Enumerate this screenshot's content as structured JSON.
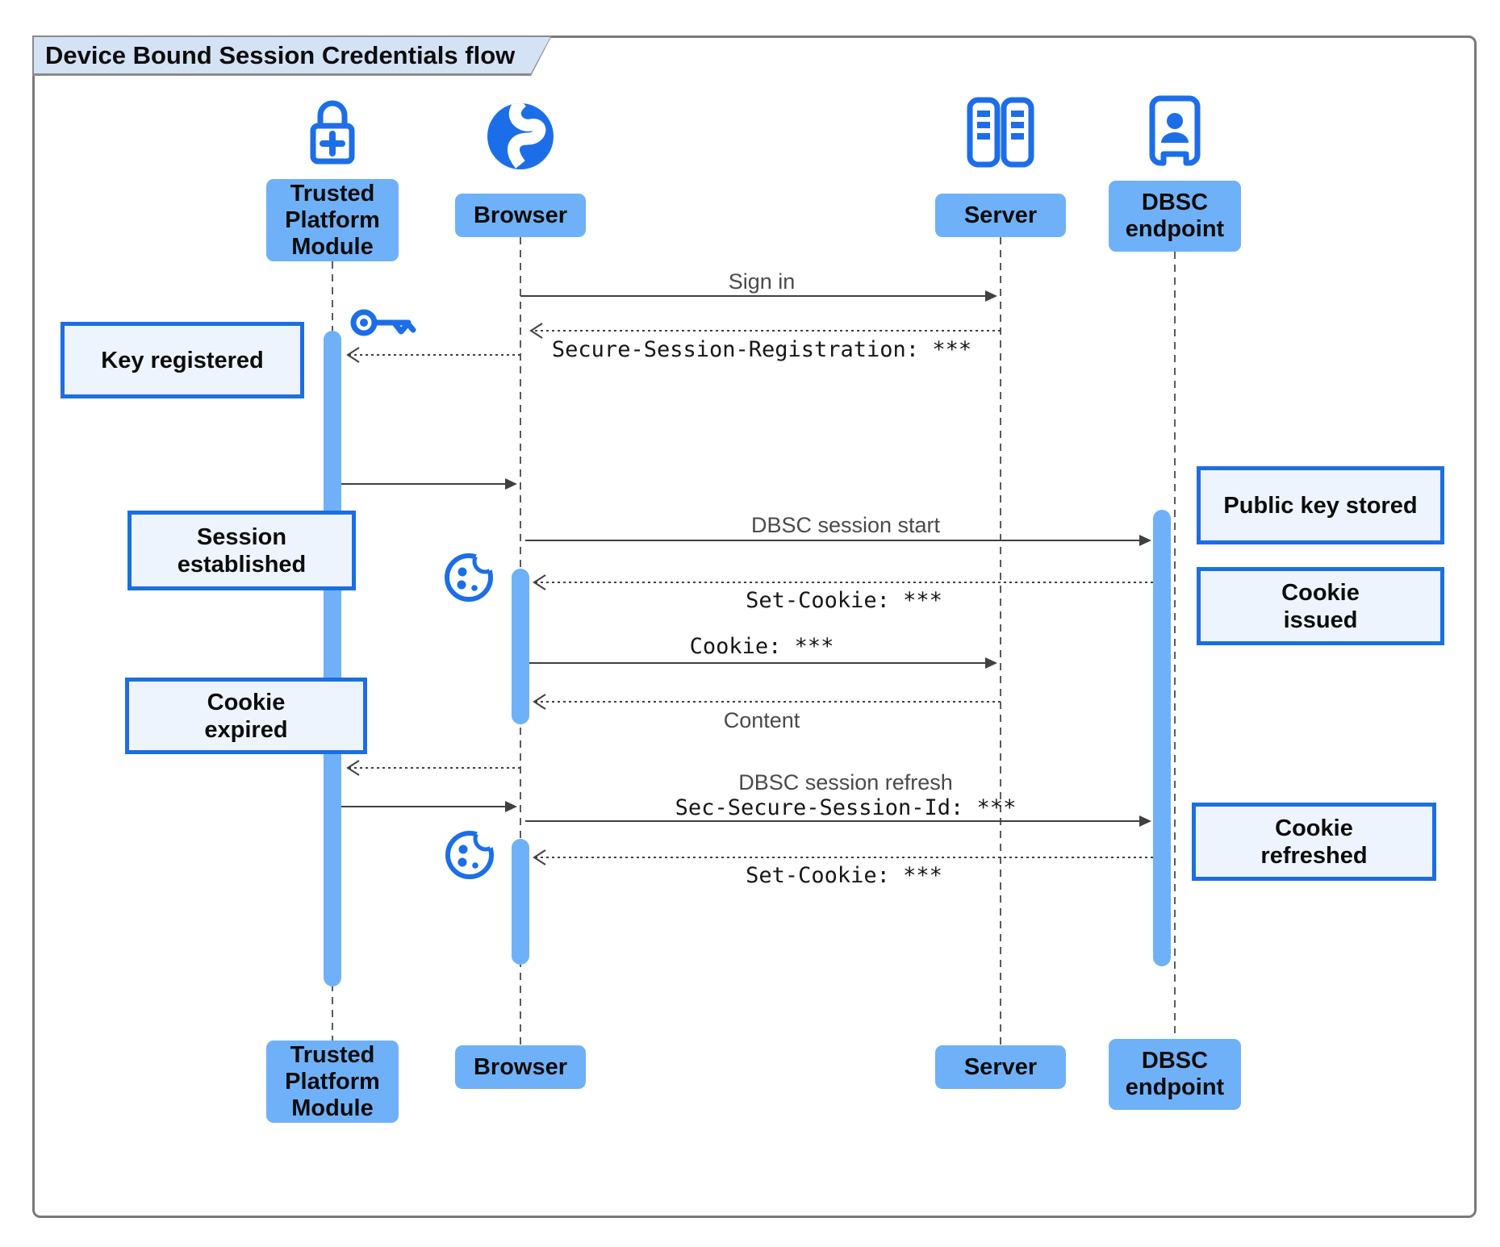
{
  "diagram": {
    "title": "Device Bound Session Credentials flow",
    "type": "sequence-diagram"
  },
  "actors": {
    "tpm": {
      "label": "Trusted Platform Module",
      "icon": "lock-plus-icon"
    },
    "browser": {
      "label": "Browser",
      "icon": "globe-icon"
    },
    "server": {
      "label": "Server",
      "icon": "server-rack-icon"
    },
    "dbsc": {
      "label": "DBSC endpoint",
      "icon": "doorway-person-icon"
    }
  },
  "messages": {
    "sign_in": "Sign in",
    "secure_session_registration": "Secure-Session-Registration: ***",
    "dbsc_session_start": "DBSC session start",
    "set_cookie_1": "Set-Cookie: ***",
    "cookie": "Cookie: ***",
    "content": "Content",
    "dbsc_session_refresh": "DBSC session refresh",
    "sec_secure_session_id": "Sec-Secure-Session-Id: ***",
    "set_cookie_2": "Set-Cookie: ***"
  },
  "notes": {
    "key_registered": "Key registered",
    "session_established": "Session\nestablished",
    "cookie_expired": "Cookie\nexpired",
    "public_key_stored": "Public key stored",
    "cookie_issued": "Cookie\nissued",
    "cookie_refreshed": "Cookie\nrefreshed"
  },
  "icons": [
    "lock-plus-icon",
    "globe-icon",
    "server-rack-icon",
    "doorway-person-icon",
    "key-icon",
    "cookie-icon"
  ],
  "colors": {
    "icon_blue": "#1c6ee8",
    "fill_blue": "#6fb1f8",
    "note_fill": "#eef4fd",
    "note_border": "#1b6fe0",
    "title_fill": "#d4e2f6",
    "frame_gray": "#7a7a7a",
    "line_gray": "#404040"
  }
}
